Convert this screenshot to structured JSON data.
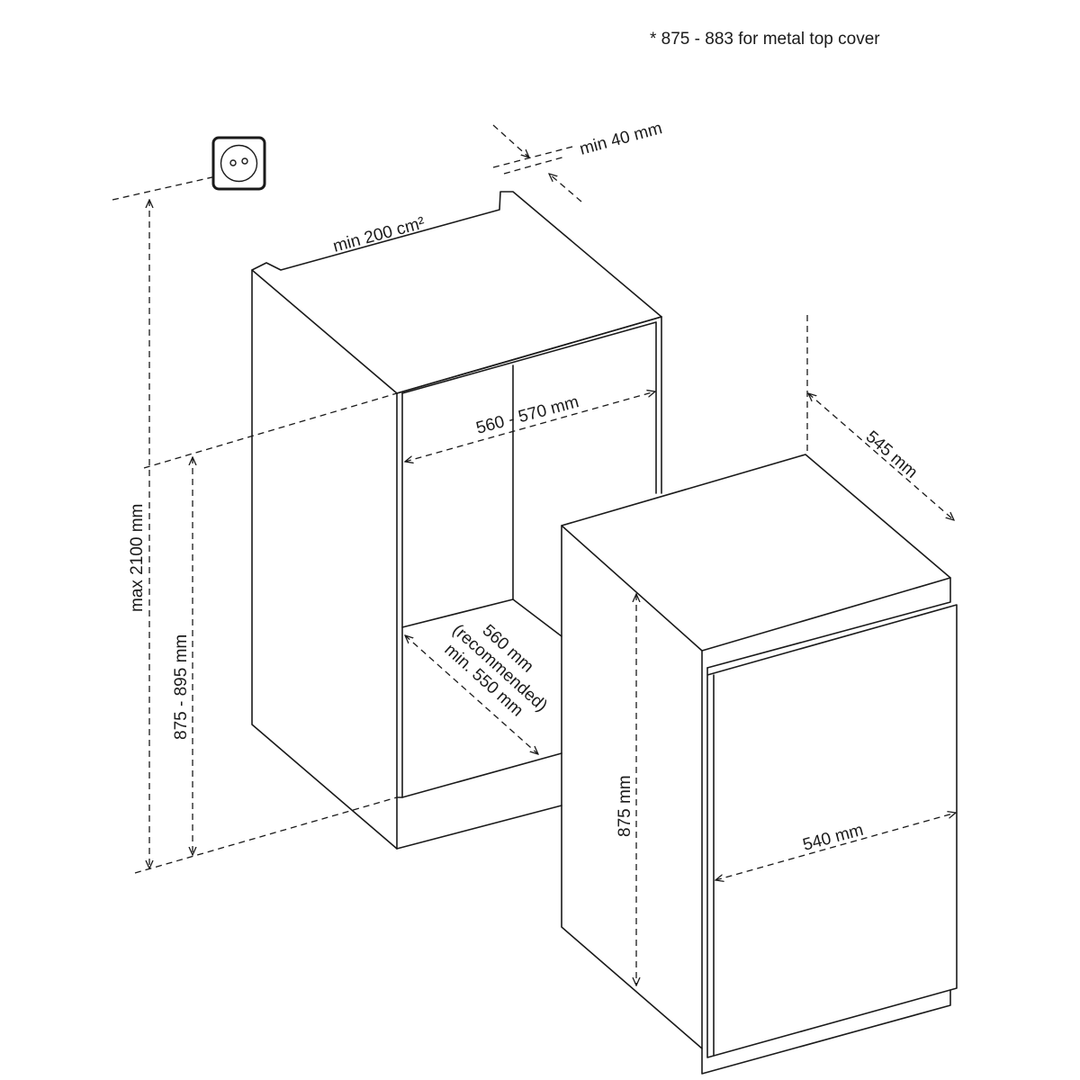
{
  "note": "* 875 - 883 for metal top cover",
  "labels": {
    "min_gap": "min 40 mm",
    "vent_area": "min 200 cm²",
    "niche_width": "560 - 570 mm",
    "niche_depth_line1": "560 mm",
    "niche_depth_line2": "(recommended)",
    "niche_depth_line3": "min. 550 mm",
    "total_height": "max 2100 mm",
    "niche_height": "875 - 895 mm",
    "appliance_depth": "545 mm",
    "appliance_height": "875 mm",
    "appliance_width": "540 mm"
  }
}
